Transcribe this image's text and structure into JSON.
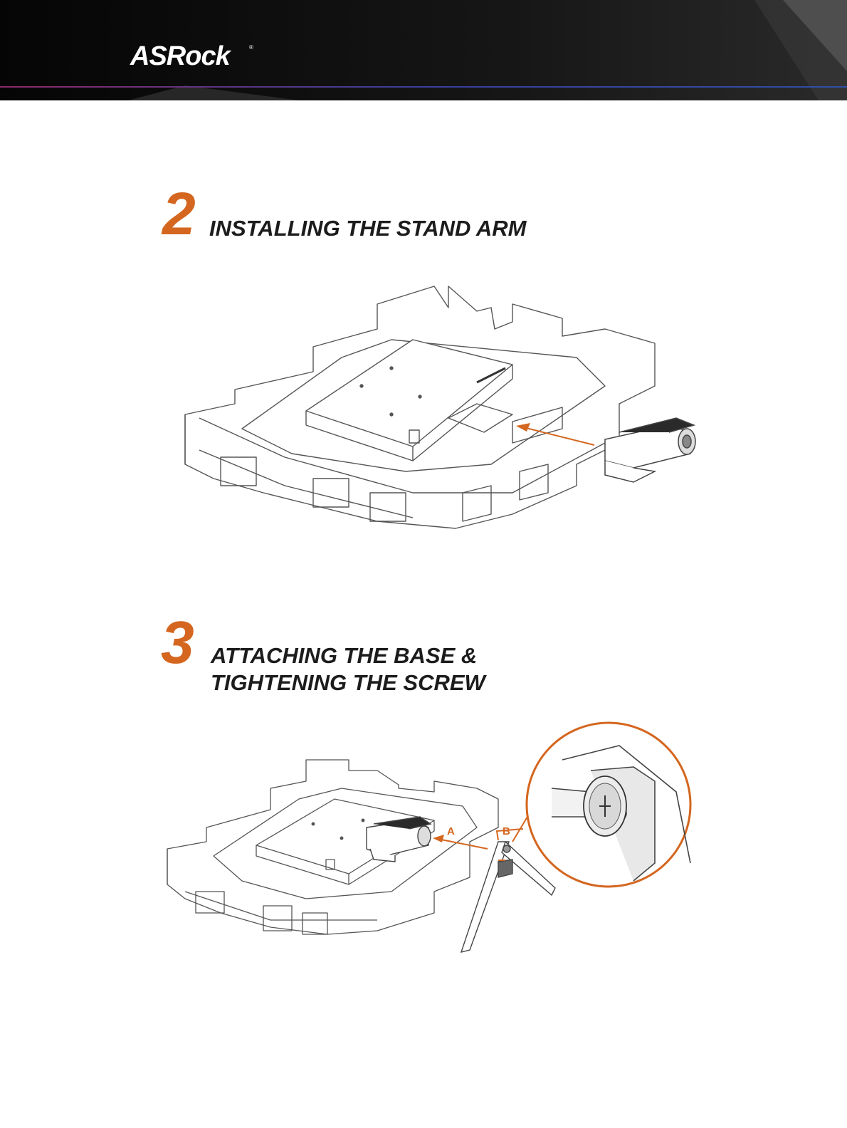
{
  "header": {
    "brand": "ASRock",
    "colors": {
      "band": "#0c0c0c",
      "accent_line": "#3a3f9c"
    }
  },
  "steps": [
    {
      "number": "2",
      "title_lines": [
        "INSTALLING THE STAND ARM"
      ],
      "illustration": "monitor-in-foam-stand-arm-icon"
    },
    {
      "number": "3",
      "title_lines": [
        "ATTACHING THE BASE &",
        "TIGHTENING THE SCREW"
      ],
      "illustration": "monitor-base-screw-icon",
      "callouts": [
        "A",
        "B"
      ]
    }
  ],
  "colors": {
    "accent": "#d4661f",
    "text": "#1c1c1c",
    "line_art": "#444444"
  }
}
